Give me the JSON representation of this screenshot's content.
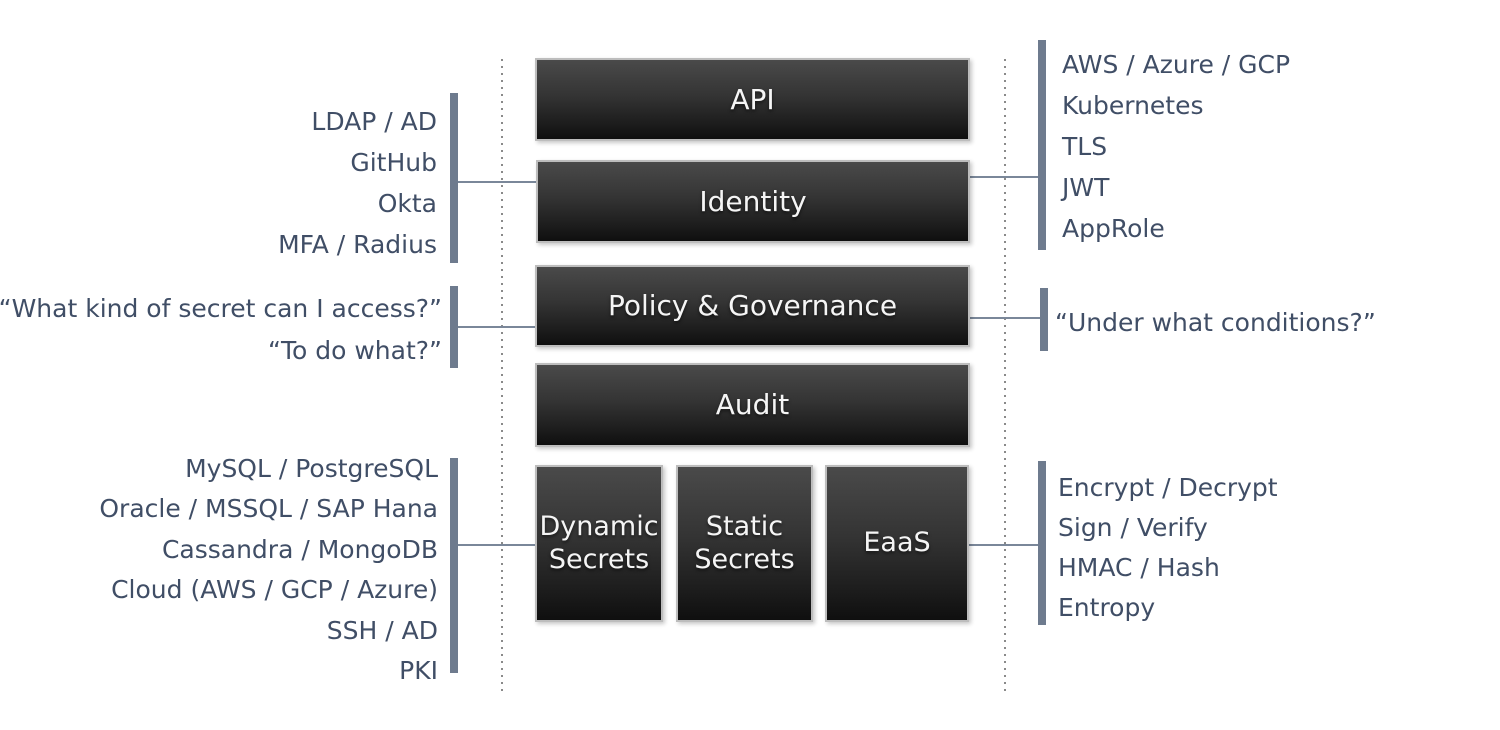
{
  "core_boxes": {
    "api": "API",
    "identity": "Identity",
    "policy_governance": "Policy & Governance",
    "audit": "Audit",
    "dynamic_secrets": "Dynamic Secrets",
    "static_secrets": "Static Secrets",
    "eaas": "EaaS"
  },
  "left": {
    "auth_methods": [
      "LDAP / AD",
      "GitHub",
      "Okta",
      "MFA / Radius"
    ],
    "policy_questions": [
      "“What kind of secret can I access?”",
      "“To do what?”"
    ],
    "secret_engines": [
      "MySQL / PostgreSQL",
      "Oracle / MSSQL / SAP Hana",
      "Cassandra / MongoDB",
      "Cloud (AWS / GCP / Azure)",
      "SSH / AD",
      "PKI"
    ]
  },
  "right": {
    "auth_integrations": [
      "AWS / Azure / GCP",
      "Kubernetes",
      "TLS",
      "JWT",
      "AppRole"
    ],
    "policy_questions": [
      "“Under what conditions?”"
    ],
    "encryption_operations": [
      "Encrypt / Decrypt",
      "Sign / Verify",
      "HMAC / Hash",
      "Entropy"
    ]
  },
  "colors": {
    "side_text": "#404e66",
    "bar": "#6e7b8e",
    "connector": "#7a8799",
    "dotted": "#8a8a8a",
    "box_border": "#bdbdbd",
    "box_label": "#f5f5f5",
    "box_top": "#4a4a4a",
    "box_bottom": "#0f0f0f",
    "page_bg": "#ffffff"
  }
}
